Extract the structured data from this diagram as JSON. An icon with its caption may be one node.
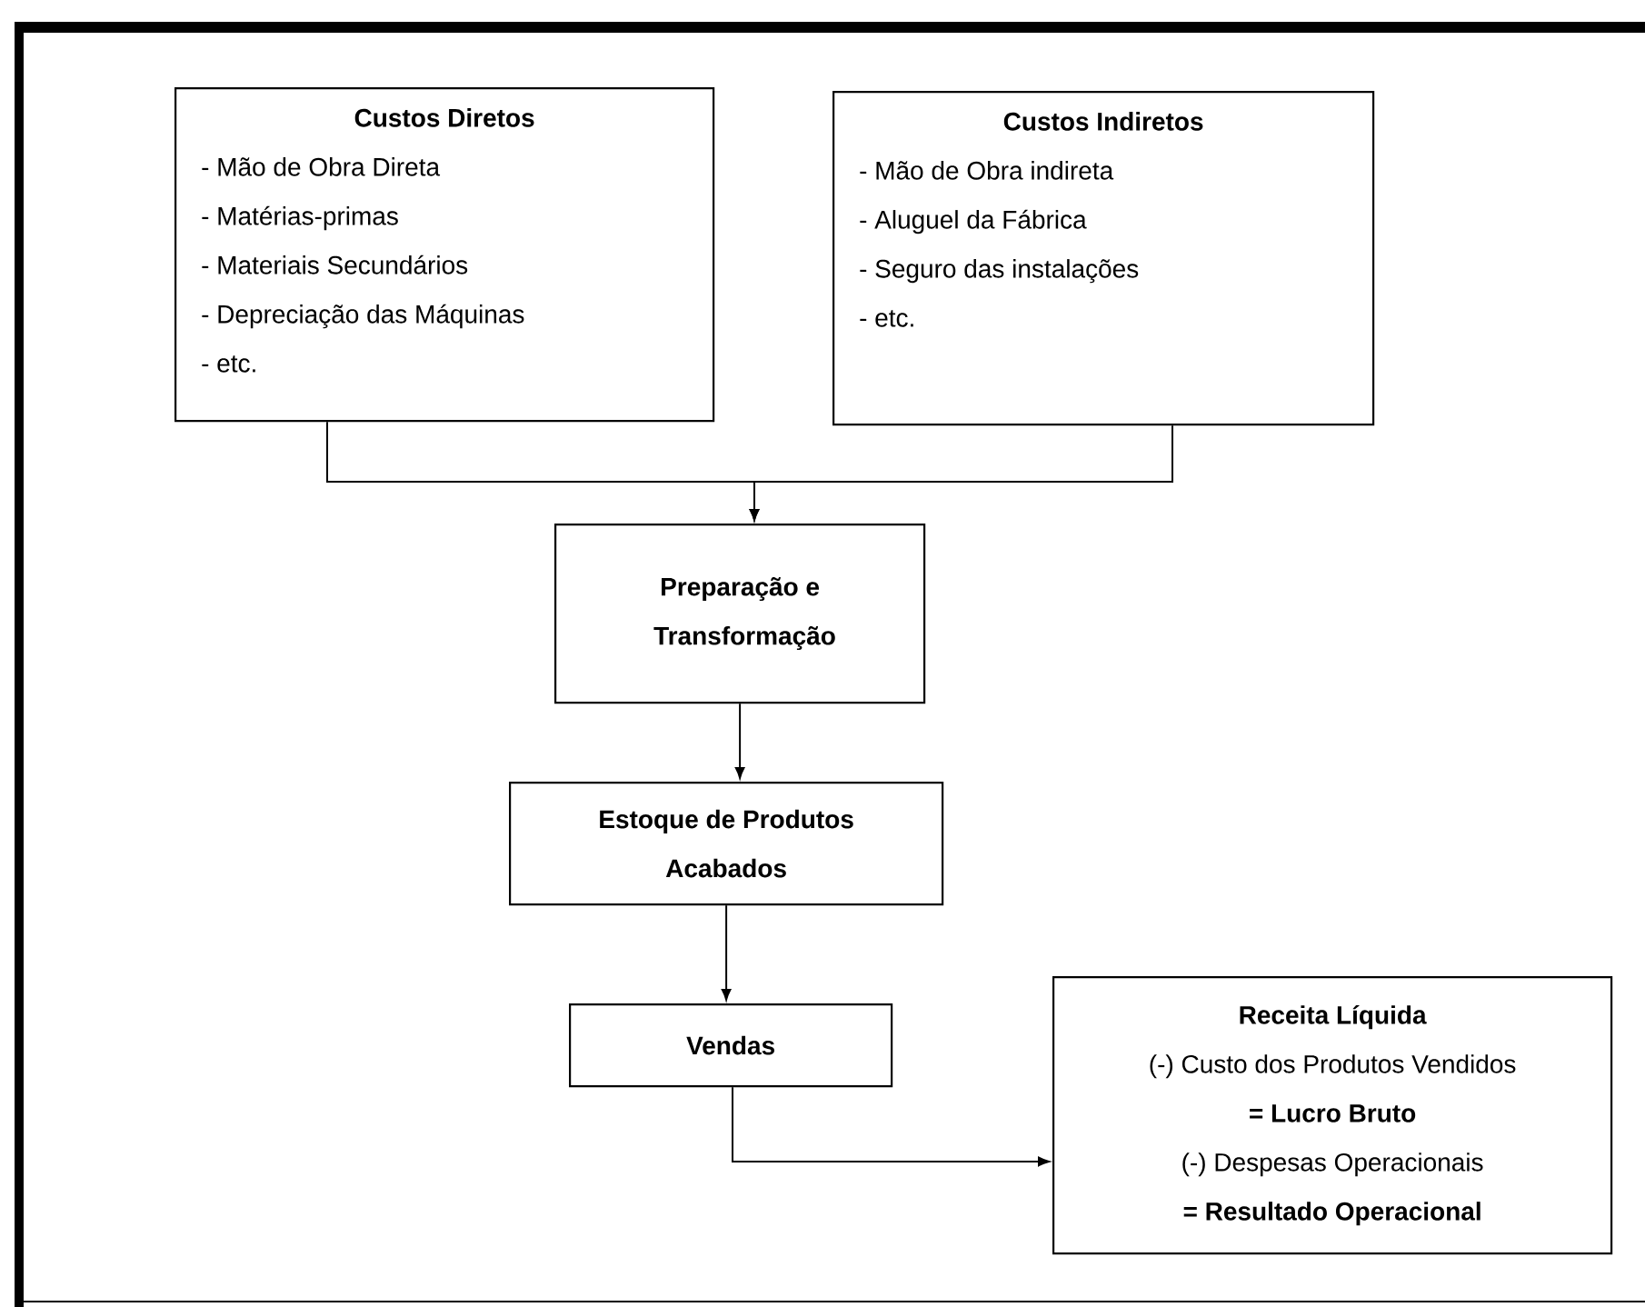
{
  "diagram": {
    "nodes": [
      {
        "text": [
          "Custos Diretos",
          "- Mão de Obra Direta",
          "- Matérias-primas",
          "- Materiais Secundários",
          "- Depreciação das Máquinas",
          "- etc."
        ]
      },
      {
        "text": [
          "Custos Indiretos",
          "- Mão de Obra indireta",
          "- Aluguel da Fábrica",
          "- Seguro das instalações",
          "- etc."
        ]
      },
      {
        "text": [
          "Preparação e Transformação"
        ]
      },
      {
        "text": [
          "Estoque de Produtos Acabados"
        ]
      },
      {
        "text": [
          "Vendas"
        ]
      },
      {
        "text": [
          "Receita Líquida",
          "(-) Custo dos Produtos Vendidos",
          "= Lucro Bruto",
          "(-) Despesas Operacionais",
          "= Resultado Operacional"
        ]
      }
    ],
    "edges": [
      {
        "from": 0,
        "to": 2,
        "arrow": "to"
      },
      {
        "from": 1,
        "to": 2,
        "arrow": "to"
      },
      {
        "from": 2,
        "to": 3,
        "arrow": "to"
      },
      {
        "from": 3,
        "to": 4,
        "arrow": "to"
      },
      {
        "from": 4,
        "to": 5,
        "arrow": "to"
      }
    ]
  }
}
